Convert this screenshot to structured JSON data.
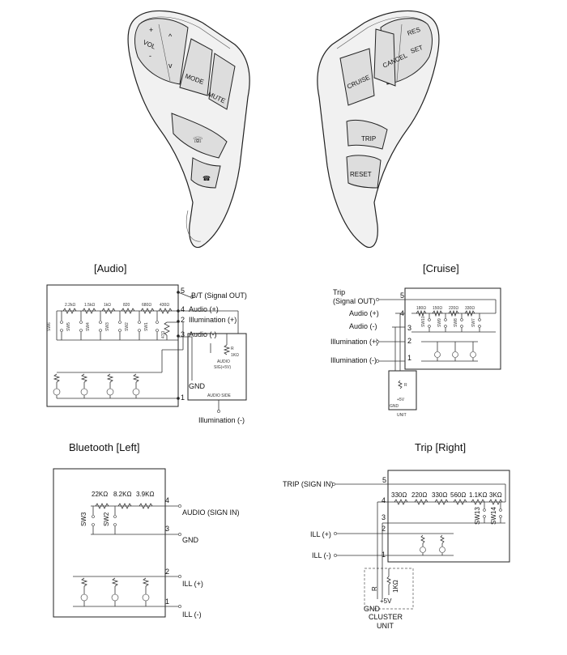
{
  "wheel_left": {
    "buttons": [
      "VOL",
      "MODE",
      "MUTE"
    ]
  },
  "wheel_right": {
    "buttons": [
      "CANCEL",
      "RES",
      "SET",
      "CRUISE",
      "TRIP",
      "RESET"
    ]
  },
  "audio": {
    "title": "[Audio]",
    "pins": [
      "5",
      "4",
      "2",
      "3",
      "1"
    ],
    "labels": {
      "bt": "B/T (Signal OUT)",
      "audio_plus": "Audio (+)",
      "illum_plus": "Illumination (+)",
      "audio_minus": "Audio (-)",
      "gnd": "GND",
      "illum_minus": "Illumination (-)",
      "audio_side": "AUDIO SIDE",
      "audio_sig": "AUDIO",
      "audio_sig2": "SIG(+5V)",
      "res_r": "R",
      "res_k": "1KΩ"
    },
    "resistors": [
      "2.2kΩ",
      "1.5kΩ",
      "1kΩ",
      "820",
      "680Ω",
      "430Ω"
    ],
    "switches": [
      "SW6",
      "SW5",
      "SW4",
      "SW3",
      "SW2",
      "SW1"
    ],
    "extra_res": "47Ω"
  },
  "cruise": {
    "title": "[Cruise]",
    "pins": [
      "5",
      "4",
      "3",
      "2",
      "1"
    ],
    "labels": {
      "trip": "Trip",
      "signal": "(Signal OUT)",
      "audio_plus": "Audio (+)",
      "audio_minus": "Audio (-)",
      "illum_plus": "Illumination (+)",
      "illum_minus": "Illumination (-)",
      "plus5v": "+5V",
      "gnd": "GND",
      "unit": "UNIT",
      "r": "R"
    },
    "resistors": [
      "180Ω",
      "150Ω",
      "220Ω",
      "330Ω"
    ],
    "switches": [
      "SW10",
      "SW9",
      "SW8",
      "SW7"
    ]
  },
  "bluetooth": {
    "title": "Bluetooth [Left]",
    "pins": [
      "4",
      "3",
      "2",
      "1"
    ],
    "resistors": [
      "22KΩ",
      "8.2KΩ",
      "3.9KΩ"
    ],
    "switches": [
      "SW3",
      "SW2"
    ],
    "labels": {
      "audio_sign_in": "AUDIO (SIGN IN)",
      "gnd": "GND",
      "ill_plus": "ILL (+)",
      "ill_minus": "ILL (-)"
    }
  },
  "trip": {
    "title": "Trip [Right]",
    "pins": [
      "5",
      "4",
      "3",
      "2",
      "1"
    ],
    "resistors": [
      "330Ω",
      "220Ω",
      "330Ω",
      "560Ω",
      "1.1KΩ",
      "3KΩ"
    ],
    "switches": [
      "SW13",
      "SW14"
    ],
    "labels": {
      "trip_sign_in": "TRIP (SIGN IN)",
      "ill_plus": "ILL (+)",
      "ill_minus": "ILL (-)",
      "r": "R",
      "res_k": "1KΩ",
      "plus5v": "+5V",
      "gnd": "GND",
      "cluster": "CLUSTER",
      "unit": "UNIT"
    }
  }
}
